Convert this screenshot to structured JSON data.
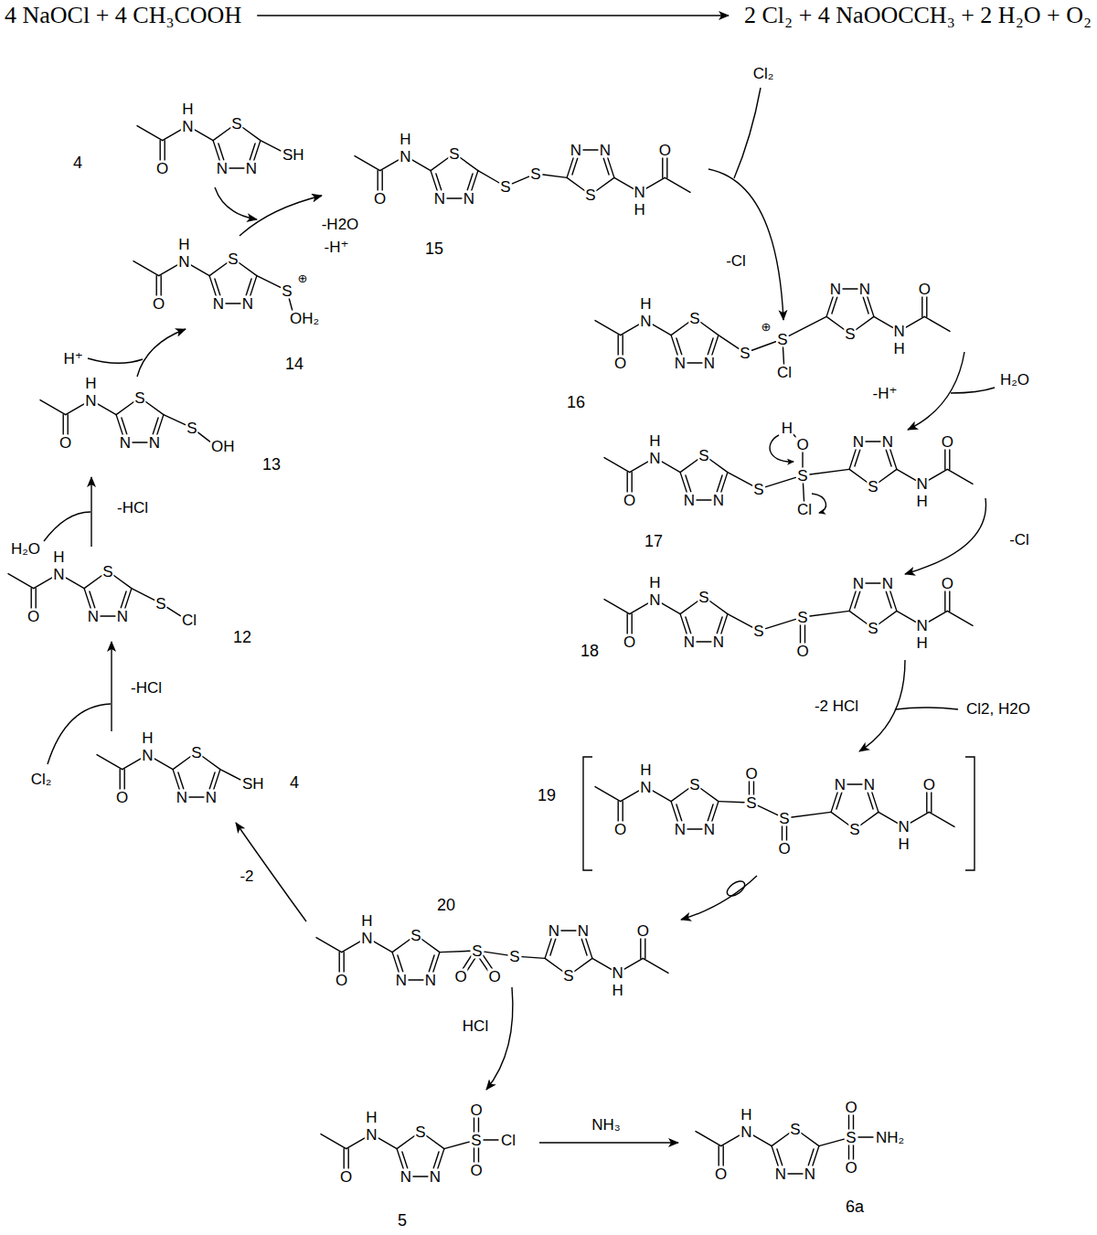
{
  "diagram": {
    "labels": [
      "4 NaOCl + 4 CH₃COOH",
      "2 Cl₂ + 4 NaOOCCH₃ + 2 H₂O + O₂",
      "H",
      "N",
      "O",
      "S",
      "N",
      "N",
      "SH",
      "4",
      "H",
      "N",
      "O",
      "S",
      "N",
      "N",
      "S",
      "S",
      "H",
      "N",
      "O",
      "S",
      "N",
      "N",
      "15",
      "-H2O",
      "-H⁺",
      "H",
      "N",
      "O",
      "S",
      "N",
      "N",
      "S",
      "⊕",
      "OH₂",
      "14",
      "H⁺",
      "H",
      "N",
      "O",
      "S",
      "N",
      "N",
      "S",
      "OH",
      "13",
      "H₂O",
      "-HCl",
      "H",
      "N",
      "O",
      "S",
      "N",
      "N",
      "S",
      "Cl",
      "12",
      "Cl₂",
      "-HCl",
      "H",
      "N",
      "O",
      "S",
      "N",
      "N",
      "SH",
      "4",
      "Cl₂",
      "-Cl",
      "H",
      "N",
      "O",
      "S",
      "N",
      "N",
      "S",
      "S",
      "⊕",
      "Cl",
      "H",
      "N",
      "O",
      "S",
      "N",
      "N",
      "16",
      "H₂O",
      "-H⁺",
      "H",
      "N",
      "O",
      "S",
      "N",
      "N",
      "S",
      "S",
      "O",
      "H",
      "Cl",
      "H",
      "N",
      "O",
      "S",
      "N",
      "N",
      "17",
      "-Cl",
      "H",
      "N",
      "O",
      "S",
      "N",
      "N",
      "S",
      "S",
      "O",
      "H",
      "N",
      "O",
      "S",
      "N",
      "N",
      "18",
      "-2 HCl",
      "Cl2, H2O",
      "H",
      "N",
      "O",
      "S",
      "N",
      "N",
      "S",
      "O",
      "S",
      "O",
      "H",
      "N",
      "O",
      "S",
      "N",
      "N",
      "19",
      "H",
      "N",
      "O",
      "S",
      "N",
      "N",
      "S",
      "O",
      "O",
      "S",
      "H",
      "N",
      "O",
      "S",
      "N",
      "N",
      "20",
      "-2",
      "HCl",
      "H",
      "N",
      "O",
      "S",
      "N",
      "N",
      "S",
      "O",
      "O",
      "Cl",
      "5",
      "NH₃",
      "H",
      "N",
      "O",
      "S",
      "N",
      "N",
      "S",
      "O",
      "O",
      "NH₂",
      "6a"
    ]
  }
}
